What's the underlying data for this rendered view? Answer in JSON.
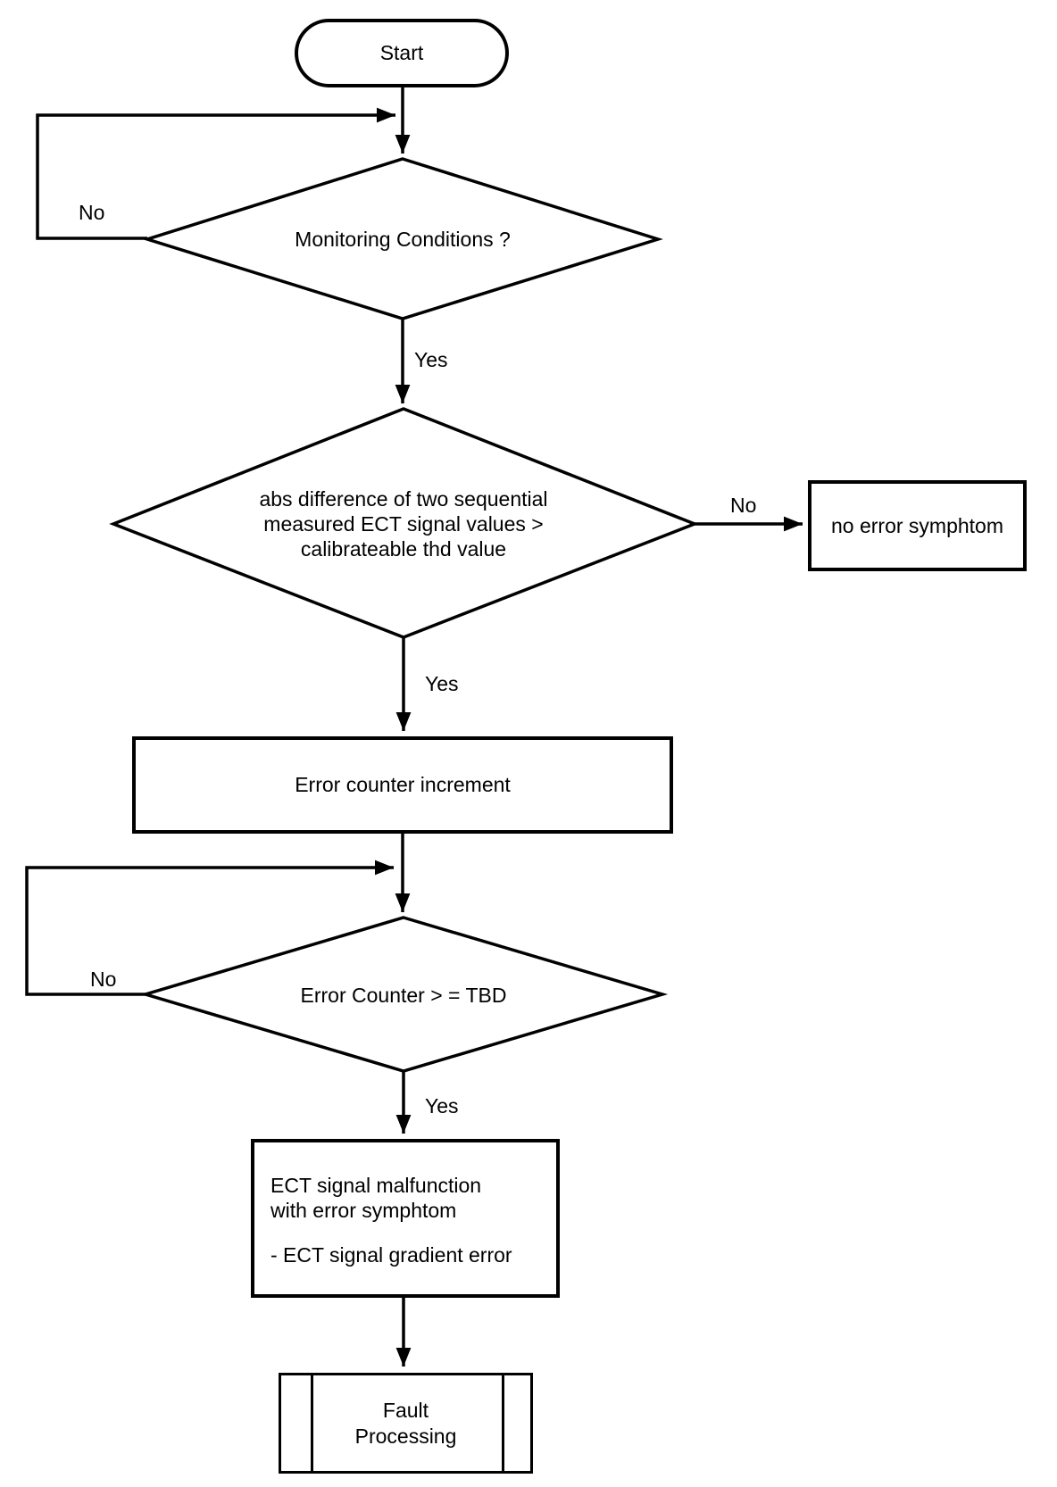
{
  "flowchart": {
    "colors": {
      "stroke": "#000000",
      "background": "#ffffff",
      "text": "#000000"
    },
    "start": {
      "type": "terminator",
      "label": "Start"
    },
    "decision_monitoring": {
      "type": "decision",
      "label": "Monitoring Conditions ?"
    },
    "decision_ect_diff": {
      "type": "decision",
      "line1": "abs difference of two sequential",
      "line2": "measured ECT signal values >",
      "line3": "calibrateable thd value"
    },
    "box_no_error": {
      "type": "process",
      "label": "no error symphtom"
    },
    "box_error_counter": {
      "type": "process",
      "label": "Error counter increment"
    },
    "decision_error_counter": {
      "type": "decision",
      "label": "Error Counter > = TBD"
    },
    "box_malfunction": {
      "type": "process",
      "line1": "ECT signal malfunction",
      "line2": "with error symphtom",
      "line3": "- ECT signal gradient error"
    },
    "box_fault": {
      "type": "predefined-process",
      "line1": "Fault",
      "line2": "Processing"
    },
    "labels": {
      "monitoring_no": "No",
      "monitoring_yes": "Yes",
      "ect_diff_no": "No",
      "ect_diff_yes": "Yes",
      "error_counter_no": "No",
      "error_counter_yes": "Yes"
    }
  }
}
